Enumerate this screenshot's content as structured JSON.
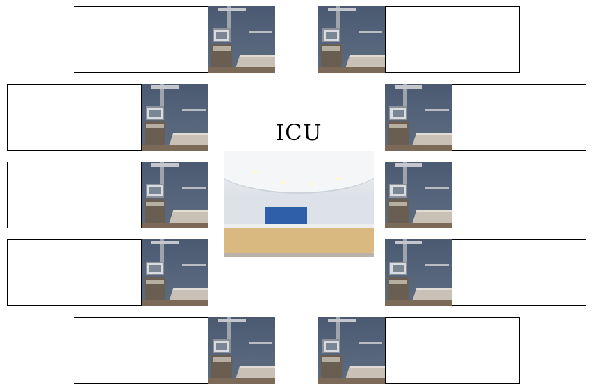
{
  "title": "ICU",
  "beds": [
    {
      "id": "bed-top-left",
      "label": ""
    },
    {
      "id": "bed-top-right",
      "label": ""
    },
    {
      "id": "bed-left-1",
      "label": ""
    },
    {
      "id": "bed-right-1",
      "label": ""
    },
    {
      "id": "bed-left-2",
      "label": ""
    },
    {
      "id": "bed-right-2",
      "label": ""
    },
    {
      "id": "bed-left-3",
      "label": ""
    },
    {
      "id": "bed-right-3",
      "label": ""
    },
    {
      "id": "bed-bottom-left",
      "label": ""
    },
    {
      "id": "bed-bottom-right",
      "label": ""
    }
  ],
  "icons": {
    "room": "icu-room-photo",
    "station": "nurse-station-photo"
  }
}
